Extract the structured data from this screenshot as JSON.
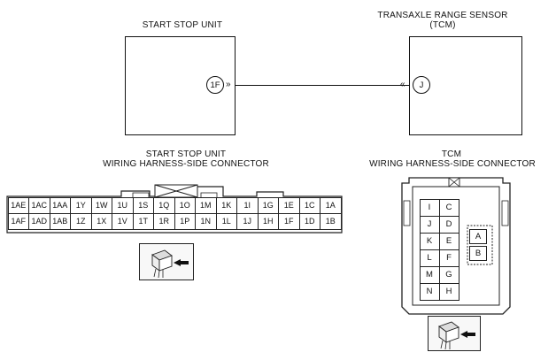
{
  "top": {
    "start_stop_unit_label": "START STOP UNIT",
    "sensor_label_line1": "TRANSAXLE RANGE SENSOR",
    "sensor_label_line2": "(TCM)",
    "terminal_left": "1F",
    "terminal_right": "J"
  },
  "left_connector": {
    "title_line1": "START STOP UNIT",
    "title_line2": "WIRING HARNESS-SIDE CONNECTOR",
    "row1": [
      "1AE",
      "1AC",
      "1AA",
      "1Y",
      "1W",
      "1U",
      "1S",
      "1Q",
      "1O",
      "1M",
      "1K",
      "1I",
      "1G",
      "1E",
      "1C",
      "1A"
    ],
    "row2": [
      "1AF",
      "1AD",
      "1AB",
      "1Z",
      "1X",
      "1V",
      "1T",
      "1R",
      "1P",
      "1N",
      "1L",
      "1J",
      "1H",
      "1F",
      "1D",
      "1B"
    ]
  },
  "right_connector": {
    "title_line1": "TCM",
    "title_line2": "WIRING HARNESS-SIDE CONNECTOR",
    "left_col": [
      "I",
      "J",
      "K",
      "L",
      "M",
      "N"
    ],
    "mid_col": [
      "C",
      "D",
      "E",
      "F",
      "G",
      "H"
    ],
    "side_col": [
      "A",
      "B"
    ]
  }
}
